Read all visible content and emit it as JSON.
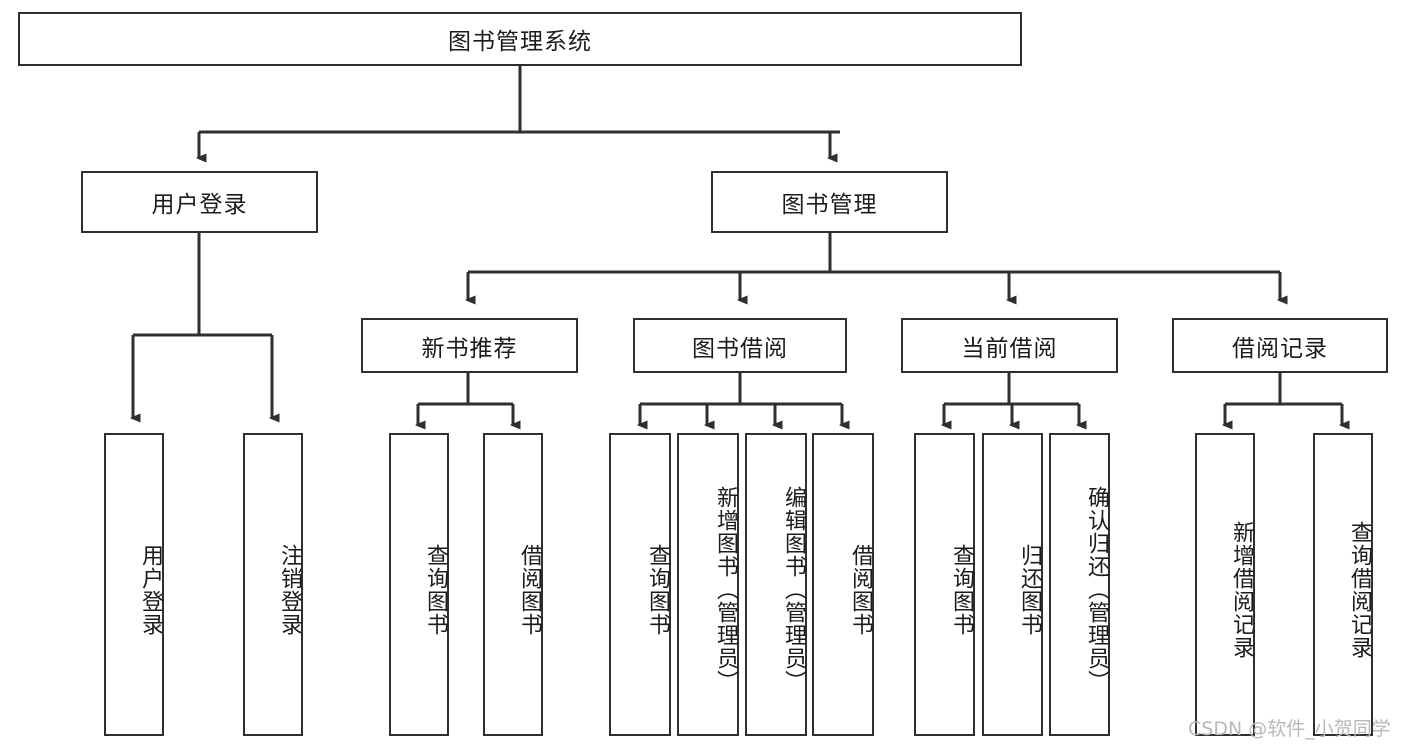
{
  "diagram": {
    "title_text": "图书管理系统",
    "root": {
      "id": "root",
      "label": "图书管理系统"
    },
    "level2": [
      {
        "id": "user-login",
        "label": "用户登录"
      },
      {
        "id": "book-management",
        "label": "图书管理"
      }
    ],
    "level3": [
      {
        "id": "new-book-recommend",
        "label": "新书推荐"
      },
      {
        "id": "book-borrow",
        "label": "图书借阅"
      },
      {
        "id": "current-borrow",
        "label": "当前借阅"
      },
      {
        "id": "borrow-record",
        "label": "借阅记录"
      }
    ],
    "leaves": {
      "user_login": [
        {
          "id": "leaf-user-login",
          "label": "用户登录"
        },
        {
          "id": "leaf-logout-login",
          "label": "注销登录"
        }
      ],
      "new_book_recommend": [
        {
          "id": "leaf-query-book-1",
          "label": "查询图书"
        },
        {
          "id": "leaf-borrow-book-1",
          "label": "借阅图书"
        }
      ],
      "book_borrow": [
        {
          "id": "leaf-query-book-2",
          "label": "查询图书"
        },
        {
          "id": "leaf-add-book",
          "label": "新增图书（管理员）"
        },
        {
          "id": "leaf-edit-book",
          "label": "编辑图书（管理员）"
        },
        {
          "id": "leaf-borrow-book-2",
          "label": "借阅图书"
        }
      ],
      "current_borrow": [
        {
          "id": "leaf-query-book-3",
          "label": "查询图书"
        },
        {
          "id": "leaf-return-book",
          "label": "归还图书"
        },
        {
          "id": "leaf-confirm-return",
          "label": "确认归还（管理员）"
        }
      ],
      "borrow_record": [
        {
          "id": "leaf-add-record",
          "label": "新增借阅记录"
        },
        {
          "id": "leaf-query-record",
          "label": "查询借阅记录"
        }
      ]
    },
    "colors": {
      "stroke": "#2f2f2f",
      "background": "#ffffff",
      "text": "#1c1c1c",
      "watermark": "#b9b9b9"
    }
  },
  "watermark": {
    "text": "CSDN @软件_小贺同学"
  }
}
